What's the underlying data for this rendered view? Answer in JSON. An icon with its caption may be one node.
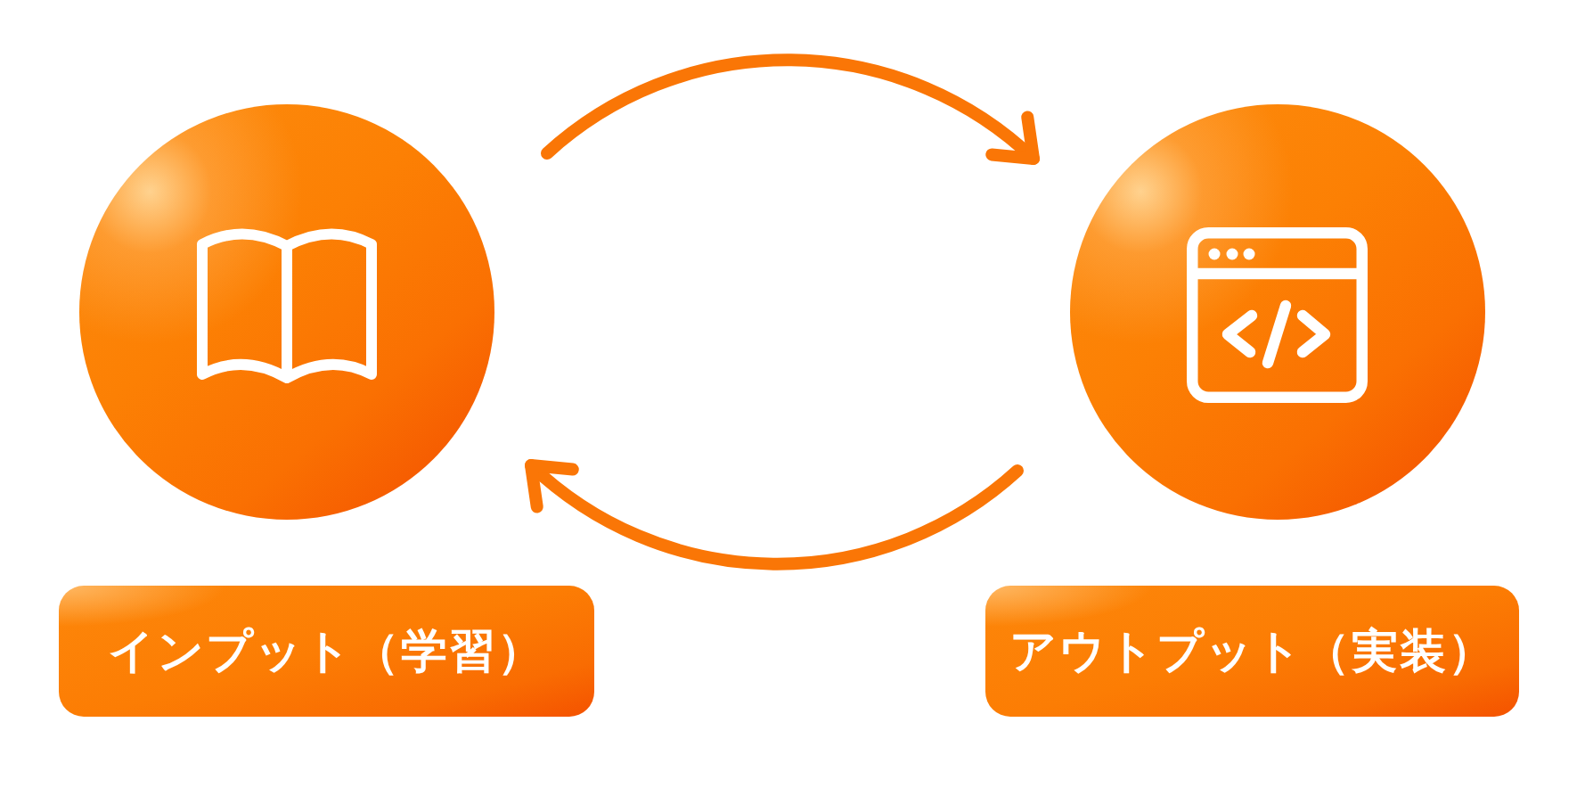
{
  "diagram": {
    "nodes": [
      {
        "text": [],
        "shape": "circle"
      },
      {
        "text": [],
        "shape": "circle"
      },
      {
        "text": [
          "インプット（学習）"
        ]
      },
      {
        "text": [
          "アウトプット（実装）"
        ]
      }
    ],
    "edges": [
      {
        "from": 0,
        "to": 1,
        "arrow": "to"
      },
      {
        "from": 1,
        "to": 0,
        "arrow": "to"
      }
    ]
  }
}
